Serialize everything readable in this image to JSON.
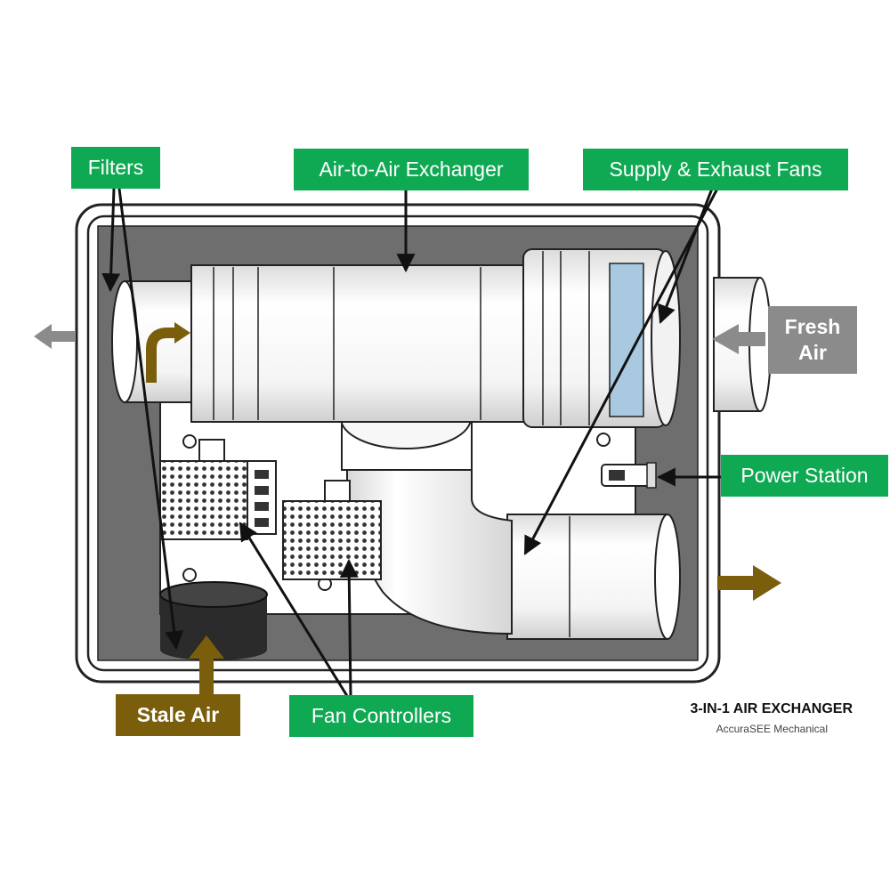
{
  "labels": {
    "filters": "Filters",
    "exchanger": "Air-to-Air Exchanger",
    "fans": "Supply & Exhaust Fans",
    "fresh_air_line1": "Fresh",
    "fresh_air_line2": "Air",
    "power_station": "Power Station",
    "stale_air": "Stale Air",
    "fan_controllers": "Fan Controllers"
  },
  "caption": {
    "title": "3-IN-1 AIR EXCHANGER",
    "subtitle": "AccuraSEE Mechanical"
  },
  "colors": {
    "callout_green": "#0fa954",
    "stale_air_brown": "#7a5e0c",
    "fresh_air_gray": "#8b8b8b",
    "cabinet_interior": "#6e6e6e",
    "fan_band_blue": "#a9c9e0"
  }
}
